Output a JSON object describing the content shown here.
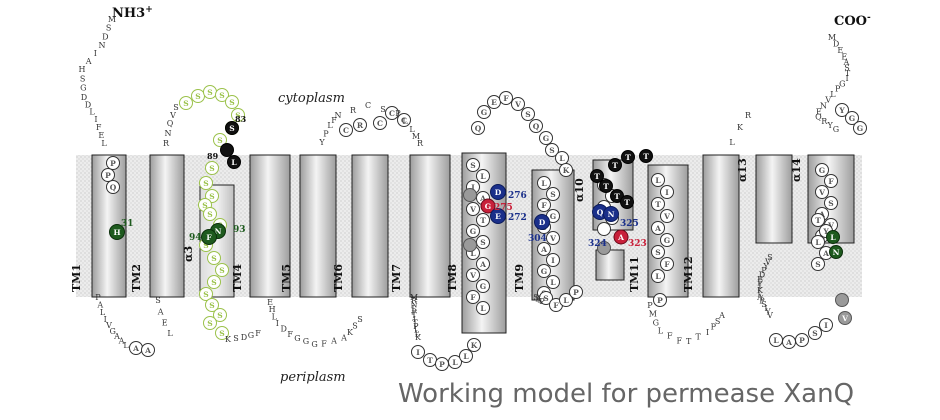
{
  "title": "Working model for permease XanQ",
  "termini": {
    "n": "NH3",
    "n_charge": "+",
    "c": "COO",
    "c_charge": "-"
  },
  "regions": {
    "cytoplasm": "cytoplasm",
    "periplasm": "periplasm"
  },
  "helix_labels": [
    "TM1",
    "TM2",
    "α3",
    "TM4",
    "TM5",
    "TM6",
    "TM7",
    "TM8",
    "TM9",
    "α10",
    "TM11",
    "TM12",
    "α13",
    "α14"
  ],
  "residue_numbers": [
    "31",
    "83",
    "89",
    "93",
    "94",
    "272",
    "275",
    "276",
    "304",
    "323",
    "324",
    "325"
  ],
  "highlight_residues": [
    {
      "letter": "H",
      "num": "31",
      "color": "#1e5a1e"
    },
    {
      "letter": "S",
      "num": "83",
      "color": "#111111"
    },
    {
      "letter": "L",
      "num": "89",
      "color": "#111111"
    },
    {
      "letter": "N",
      "num": "93",
      "color": "#1e5a1e"
    },
    {
      "letter": "F",
      "num": "94",
      "color": "#1e5a1e"
    },
    {
      "letter": "E",
      "num": "272",
      "color": "#1a2f8a"
    },
    {
      "letter": "G",
      "num": "275",
      "color": "#c8203a"
    },
    {
      "letter": "D",
      "num": "276",
      "color": "#1a2f8a"
    },
    {
      "letter": "D",
      "num": "304",
      "color": "#1a2f8a"
    },
    {
      "letter": "A",
      "num": "323",
      "color": "#c8203a"
    },
    {
      "letter": "Q",
      "num": "324",
      "color": "#1a2f8a"
    },
    {
      "letter": "N",
      "num": "325",
      "color": "#1a2f8a"
    }
  ],
  "colors": {
    "membrane": "#e6e6e6",
    "green_light": "#9bc24a",
    "green_dark": "#1e5a1e",
    "blue": "#1a2f8a",
    "red": "#c8203a",
    "black": "#111111",
    "grey": "#9a9a9a",
    "caption": "#666666"
  },
  "sequence_fragments": {
    "n_term": "MSDNIAHSGDDLIFEL",
    "c_term": "MDEEASTIGPLVNEQRYG",
    "loop_cyt_1": "SVQNR",
    "loop_per_1": "PALIVGAAL",
    "loop_per_2": "SAEL",
    "loop_per_3": "KSDGF",
    "loop_per_4": "EHLIDFGGGFAAKSS",
    "loop_per_5": "MRNLPTITPLLK",
    "loop_per_6": "SFLP",
    "loop_per_7": "PMGLFFTTIPSA",
    "loop_per_8": "SVYPDEFIKLAPSIYV",
    "loop_cyt_2": "YPLFNRCSPLLMR",
    "loop_cyt_3": "QGEFVSQGSLK",
    "loop_cyt_4": "LKR"
  }
}
